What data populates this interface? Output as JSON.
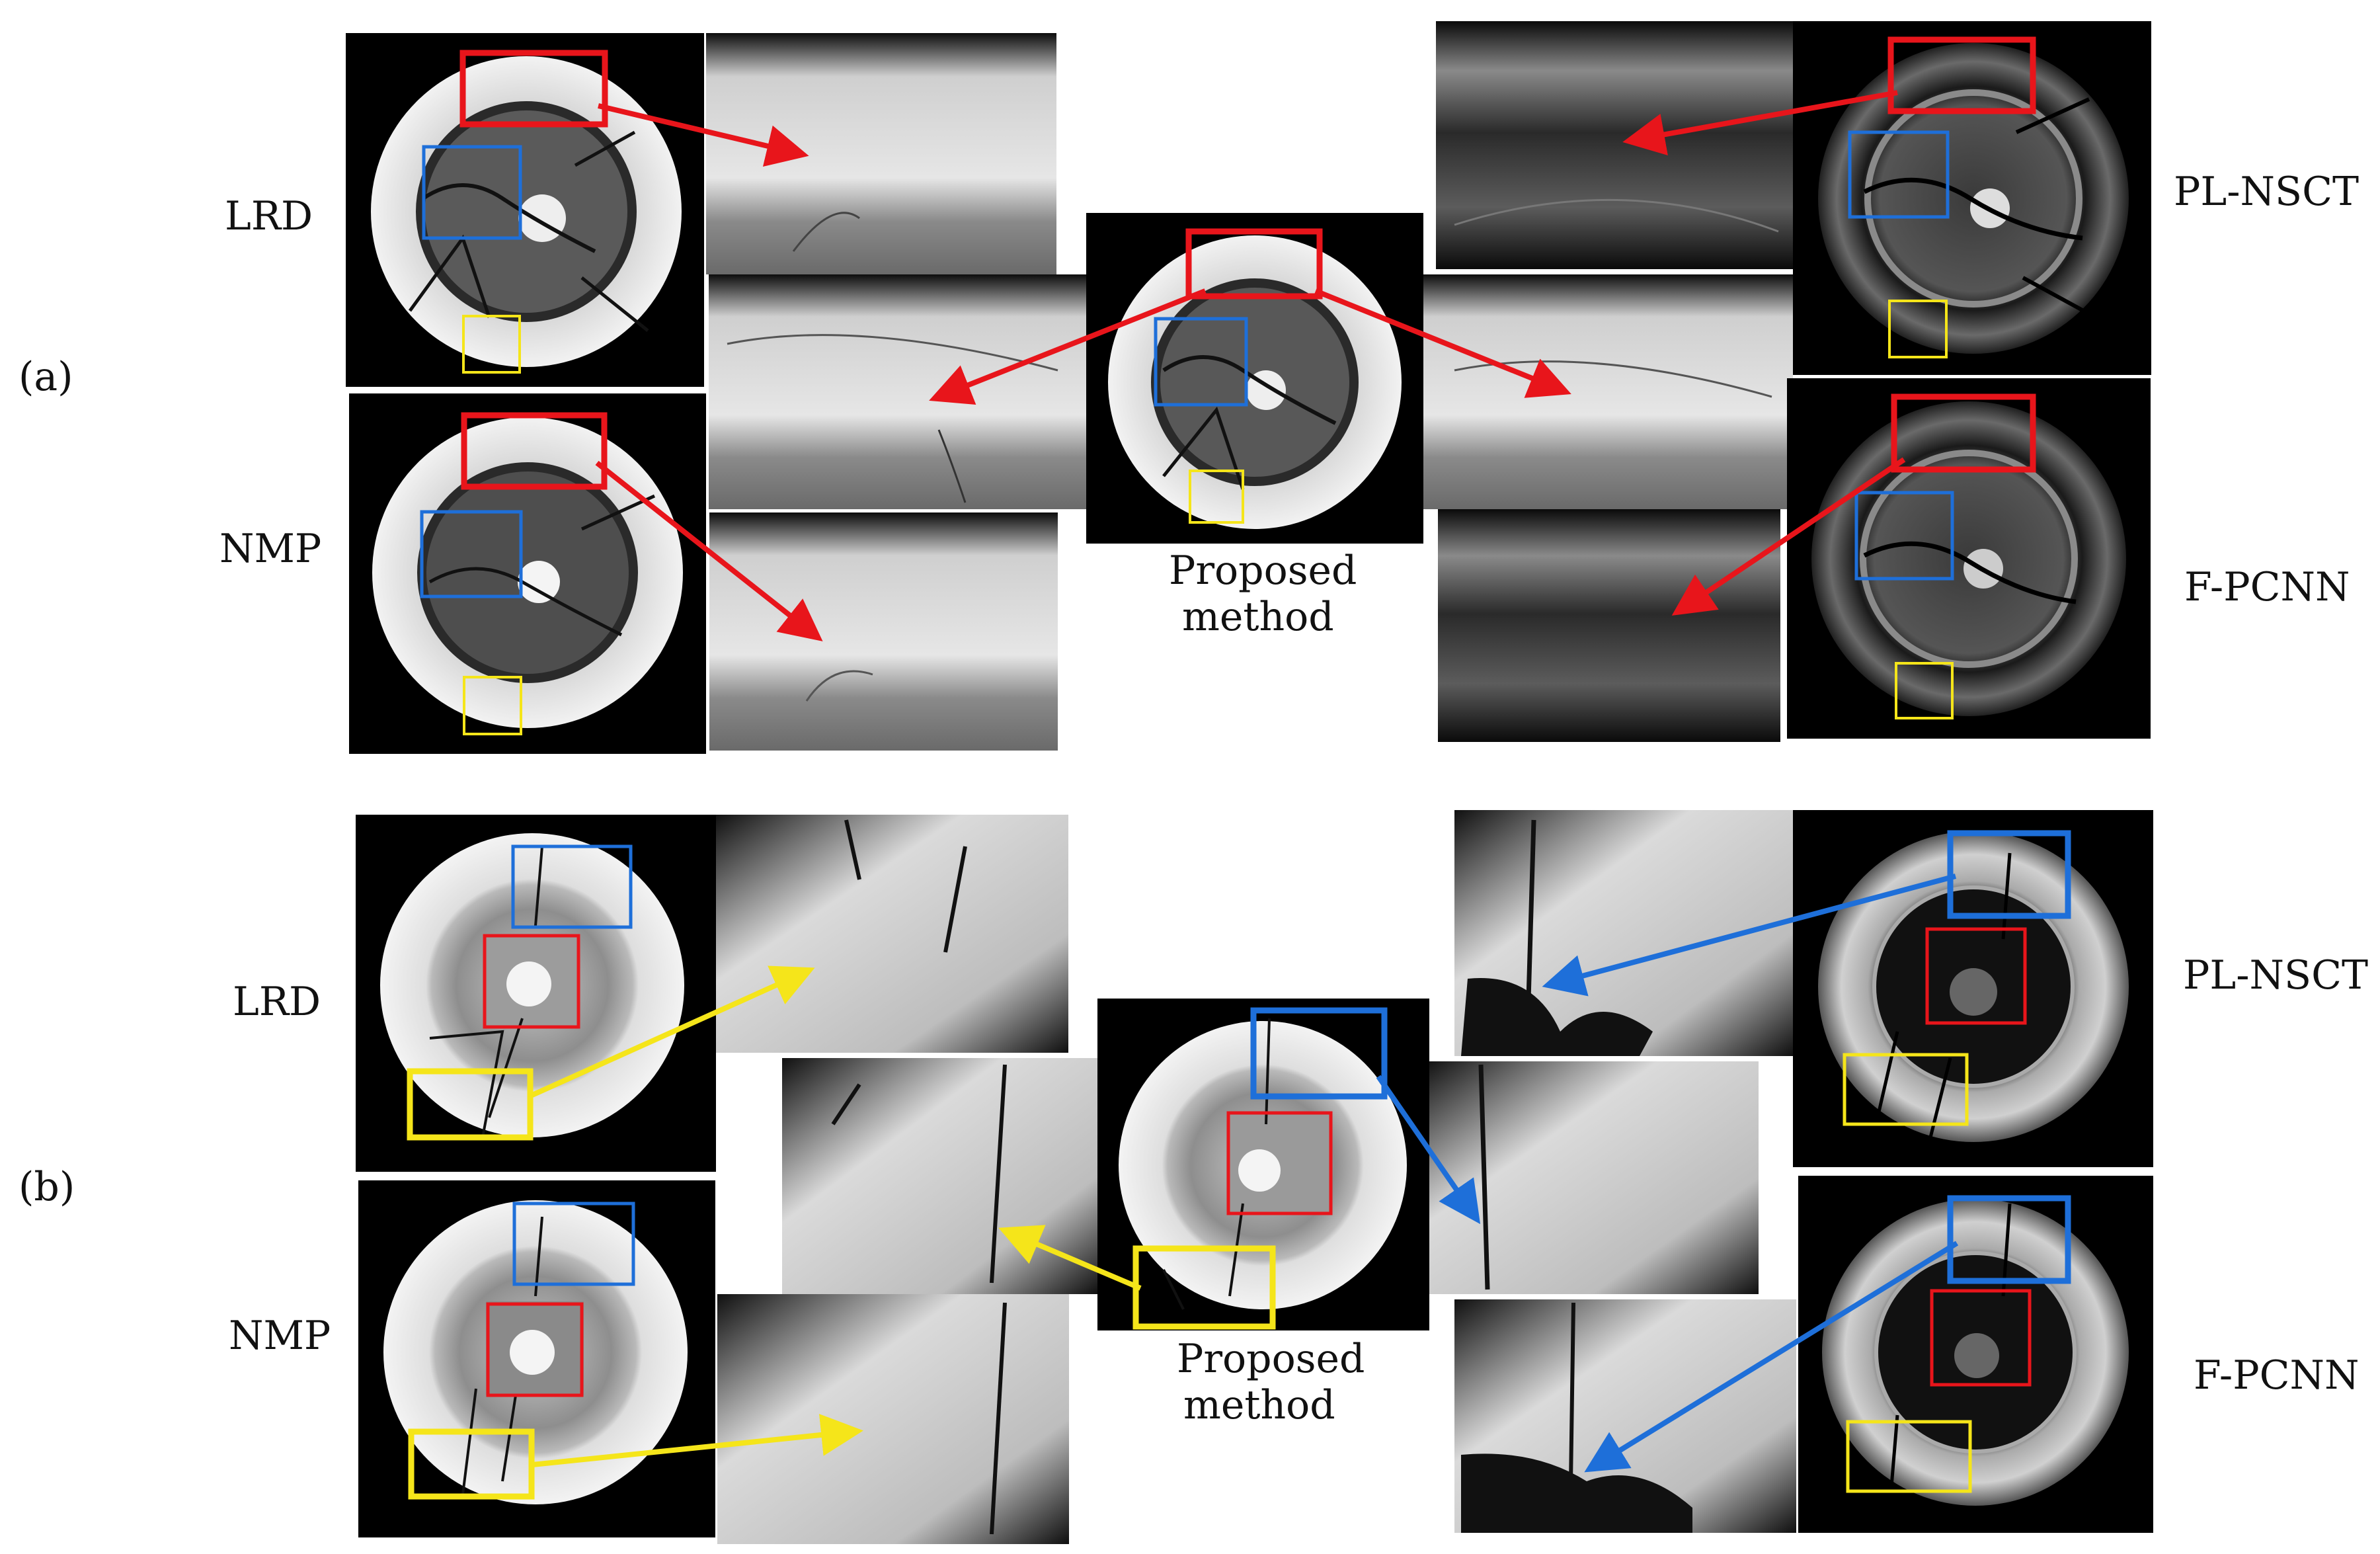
{
  "figure": {
    "rows": [
      {
        "tag": "(a)",
        "left_labels": [
          "LRD",
          "NMP"
        ],
        "right_labels": [
          "PL-NSCT",
          "F-PCNN"
        ],
        "center_caption": [
          "Proposed",
          "method"
        ],
        "highlight_color": "#e8151b"
      },
      {
        "tag": "(b)",
        "left_labels": [
          "LRD",
          "NMP"
        ],
        "right_labels": [
          "PL-NSCT",
          "F-PCNN"
        ],
        "center_caption": [
          "Proposed",
          "method"
        ],
        "highlight_color": "#1e6fd9"
      }
    ],
    "box_colors": {
      "red": "#e8151b",
      "blue": "#1e6fd9",
      "yellow": "#f5e51a"
    }
  }
}
